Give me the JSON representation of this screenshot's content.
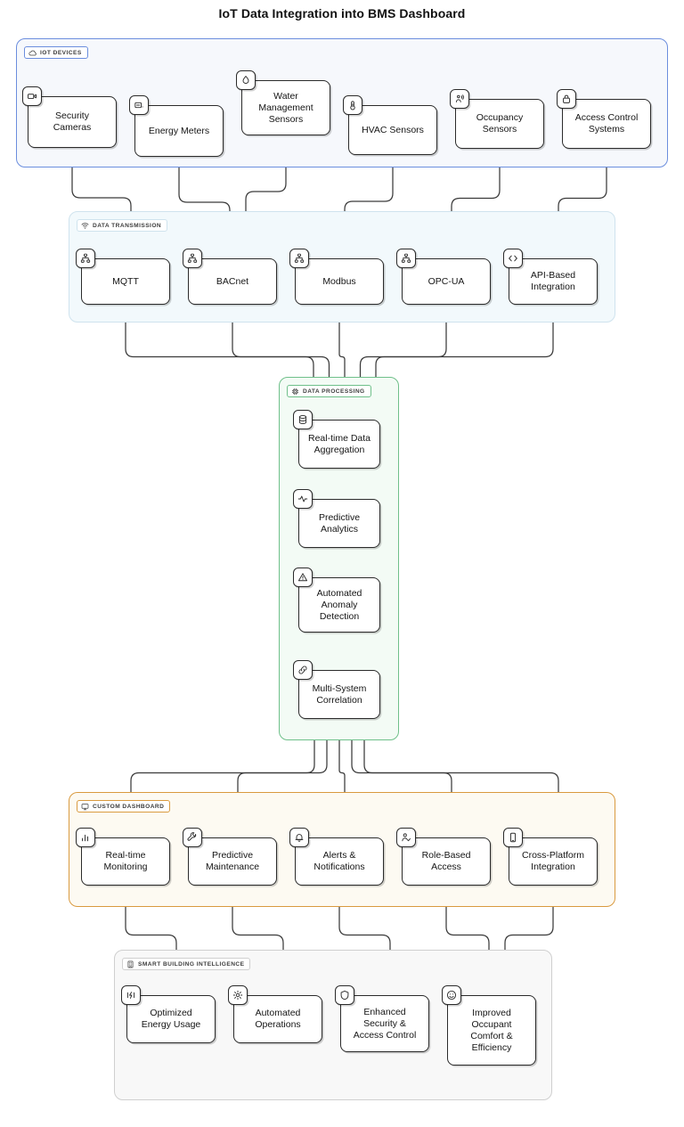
{
  "title": "IoT Data Integration into BMS Dashboard",
  "colors": {
    "iot_border": "#6b8ede",
    "iot_fill": "#f6f8fc",
    "transmission_border": "#cfe3ee",
    "transmission_fill": "#f2f9fc",
    "processing_border": "#6fc08a",
    "processing_fill": "#f3fbf5",
    "dashboard_border": "#d99a3f",
    "dashboard_fill": "#fdfaf2",
    "intelligence_border": "#cfcfcf",
    "intelligence_fill": "#f8f8f8",
    "node_border": "#2b2b2b",
    "wire": "#3a3a3a"
  },
  "groups": [
    {
      "id": "iot-devices",
      "label": "IOT DEVICES",
      "icon": "cloud-icon",
      "nodes": [
        {
          "id": "security-cameras",
          "label": "Security\nCameras",
          "icon": "video-camera-icon"
        },
        {
          "id": "energy-meters",
          "label": "Energy Meters",
          "icon": "gauge-icon"
        },
        {
          "id": "water-management",
          "label": "Water\nManagement\nSensors",
          "icon": "water-droplet-icon"
        },
        {
          "id": "hvac-sensors",
          "label": "HVAC Sensors",
          "icon": "thermometer-icon"
        },
        {
          "id": "occupancy-sensors",
          "label": "Occupancy\nSensors",
          "icon": "person-wave-icon"
        },
        {
          "id": "access-control",
          "label": "Access Control\nSystems",
          "icon": "lock-icon"
        }
      ]
    },
    {
      "id": "data-transmission",
      "label": "DATA TRANSMISSION",
      "icon": "wifi-icon",
      "nodes": [
        {
          "id": "mqtt",
          "label": "MQTT",
          "icon": "network-icon"
        },
        {
          "id": "bacnet",
          "label": "BACnet",
          "icon": "network-icon"
        },
        {
          "id": "modbus",
          "label": "Modbus",
          "icon": "network-icon"
        },
        {
          "id": "opc-ua",
          "label": "OPC-UA",
          "icon": "network-icon"
        },
        {
          "id": "api-based",
          "label": "API-Based\nIntegration",
          "icon": "code-brackets-icon"
        }
      ]
    },
    {
      "id": "data-processing",
      "label": "DATA PROCESSING",
      "icon": "cpu-chip-icon",
      "nodes": [
        {
          "id": "realtime-aggregation",
          "label": "Real-time Data\nAggregation",
          "icon": "database-icon"
        },
        {
          "id": "predictive-analytics",
          "label": "Predictive\nAnalytics",
          "icon": "activity-pulse-icon"
        },
        {
          "id": "anomaly-detection",
          "label": "Automated\nAnomaly\nDetection",
          "icon": "warning-triangle-icon"
        },
        {
          "id": "multi-system",
          "label": "Multi-System\nCorrelation",
          "icon": "link-chain-icon"
        }
      ]
    },
    {
      "id": "custom-dashboard",
      "label": "CUSTOM DASHBOARD",
      "icon": "monitor-icon",
      "nodes": [
        {
          "id": "realtime-monitoring",
          "label": "Real-time\nMonitoring",
          "icon": "bar-chart-icon"
        },
        {
          "id": "predictive-maintenance",
          "label": "Predictive\nMaintenance",
          "icon": "wrench-icon"
        },
        {
          "id": "alerts-notifications",
          "label": "Alerts &\nNotifications",
          "icon": "bell-icon"
        },
        {
          "id": "role-based-access",
          "label": "Role-Based\nAccess",
          "icon": "user-check-icon"
        },
        {
          "id": "cross-platform",
          "label": "Cross-Platform\nIntegration",
          "icon": "mobile-device-icon"
        }
      ]
    },
    {
      "id": "smart-building-intelligence",
      "label": "SMART BUILDING INTELLIGENCE",
      "icon": "building-icon",
      "nodes": [
        {
          "id": "optimized-energy",
          "label": "Optimized\nEnergy Usage",
          "icon": "energy-bolt-icon"
        },
        {
          "id": "automated-operations",
          "label": "Automated\nOperations",
          "icon": "gear-icon"
        },
        {
          "id": "enhanced-security",
          "label": "Enhanced\nSecurity &\nAccess Control",
          "icon": "shield-icon"
        },
        {
          "id": "improved-comfort",
          "label": "Improved\nOccupant\nComfort &\nEfficiency",
          "icon": "smiley-face-icon"
        }
      ]
    }
  ],
  "edges": [
    {
      "from": "security-cameras",
      "to": "mqtt"
    },
    {
      "from": "energy-meters",
      "to": "bacnet"
    },
    {
      "from": "water-management",
      "to": "bacnet"
    },
    {
      "from": "hvac-sensors",
      "to": "modbus"
    },
    {
      "from": "occupancy-sensors",
      "to": "opc-ua"
    },
    {
      "from": "access-control",
      "to": "api-based"
    },
    {
      "from": "mqtt",
      "to": "realtime-aggregation"
    },
    {
      "from": "bacnet",
      "to": "realtime-aggregation"
    },
    {
      "from": "modbus",
      "to": "realtime-aggregation"
    },
    {
      "from": "opc-ua",
      "to": "realtime-aggregation"
    },
    {
      "from": "api-based",
      "to": "realtime-aggregation"
    },
    {
      "from": "realtime-aggregation",
      "to": "predictive-analytics"
    },
    {
      "from": "predictive-analytics",
      "to": "anomaly-detection"
    },
    {
      "from": "anomaly-detection",
      "to": "multi-system"
    },
    {
      "from": "multi-system",
      "to": "realtime-monitoring"
    },
    {
      "from": "multi-system",
      "to": "predictive-maintenance"
    },
    {
      "from": "multi-system",
      "to": "alerts-notifications"
    },
    {
      "from": "multi-system",
      "to": "role-based-access"
    },
    {
      "from": "multi-system",
      "to": "cross-platform"
    },
    {
      "from": "realtime-monitoring",
      "to": "optimized-energy"
    },
    {
      "from": "predictive-maintenance",
      "to": "automated-operations"
    },
    {
      "from": "alerts-notifications",
      "to": "enhanced-security"
    },
    {
      "from": "role-based-access",
      "to": "improved-comfort"
    },
    {
      "from": "cross-platform",
      "to": "improved-comfort"
    }
  ]
}
